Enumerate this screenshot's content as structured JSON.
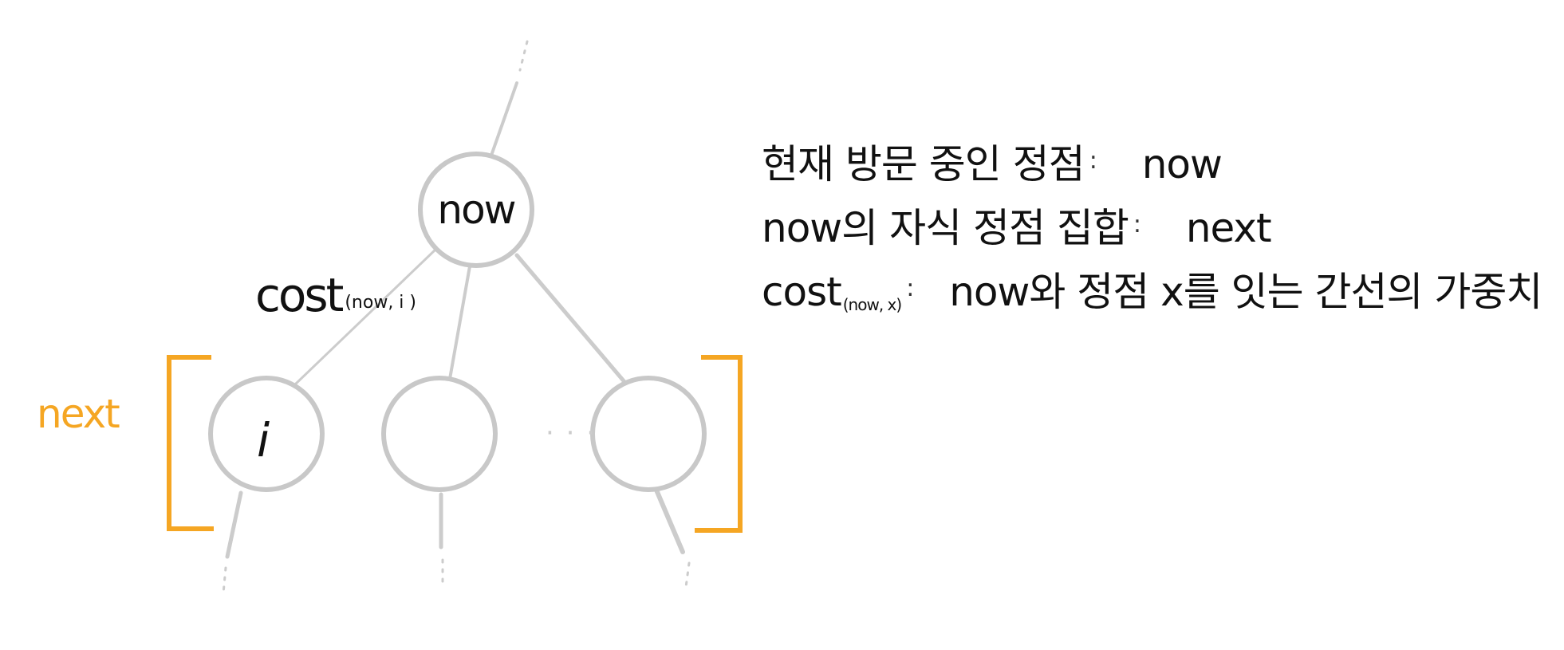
{
  "colors": {
    "edge": "#cccccc",
    "node": "#c8c8c8",
    "bracket": "#f5a623",
    "text": "#111111"
  },
  "tree": {
    "root_label": "now",
    "edge_label_main": "cost",
    "edge_label_sub": "(now, i )",
    "child_label": "i",
    "ellipsis": "· · ·",
    "set_label": "next"
  },
  "legend": [
    {
      "term": "현재 방문 중인 정점",
      "term_sub": "",
      "definition": "now"
    },
    {
      "term": "now의 자식 정점 집합",
      "term_sub": "",
      "definition": "next"
    },
    {
      "term": "cost",
      "term_sub": "(now, x)",
      "definition": "now와 정점 x를 잇는 간선의 가중치"
    }
  ]
}
